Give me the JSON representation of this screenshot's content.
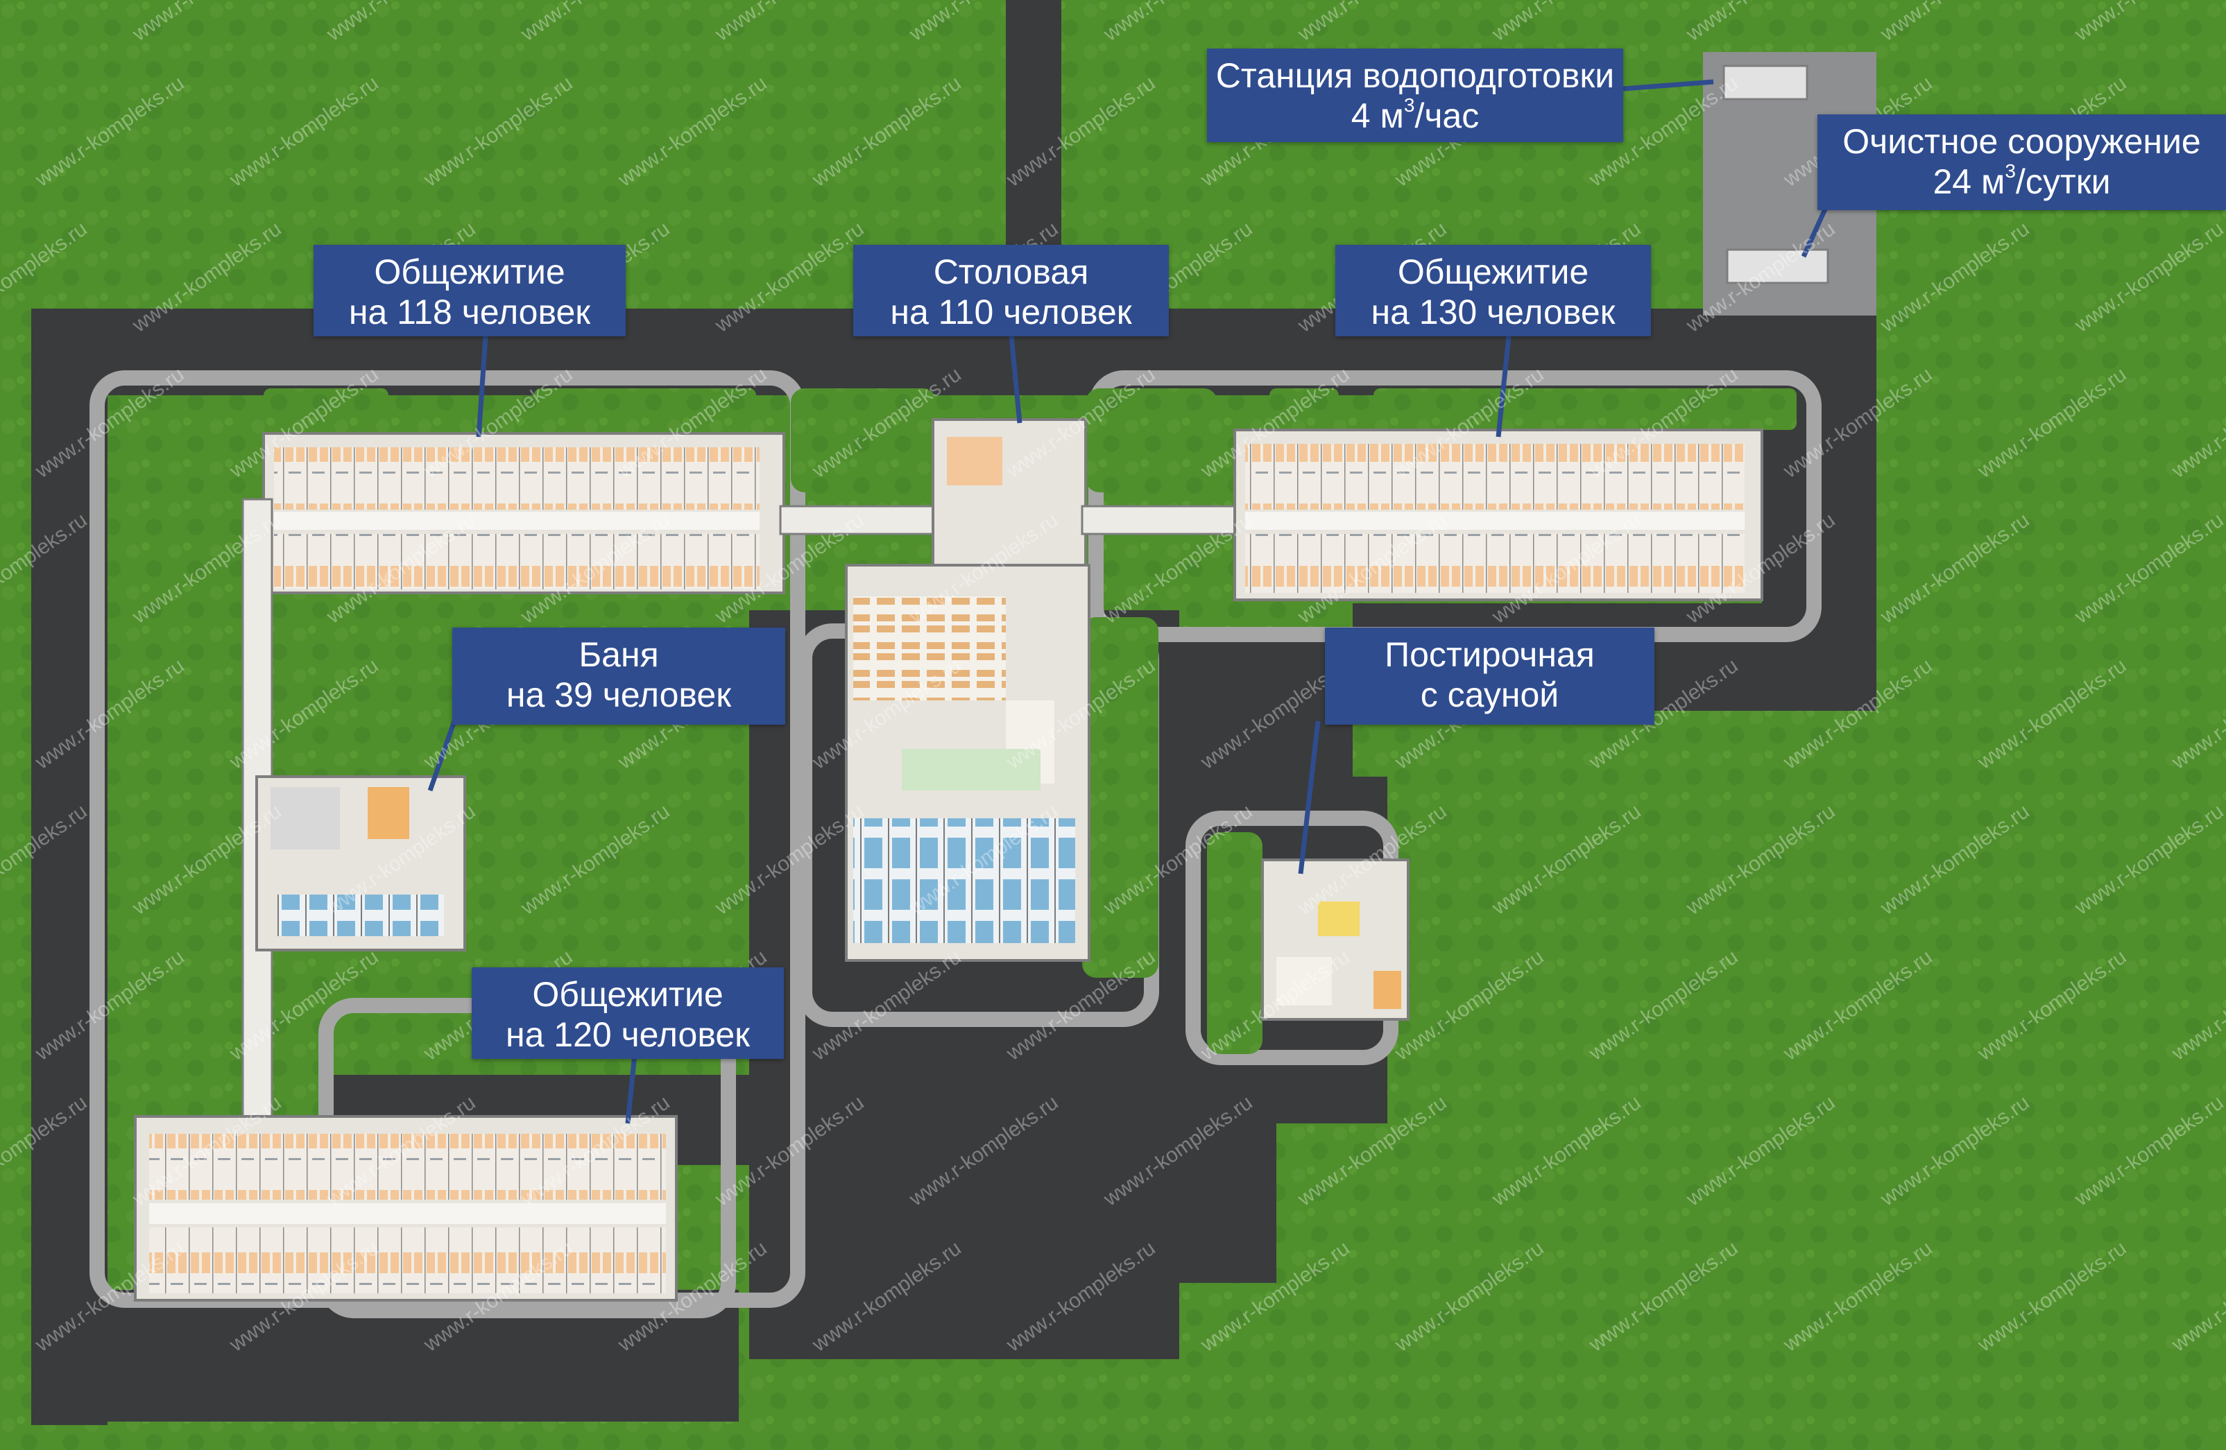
{
  "watermark": "www.r-kompleks.ru",
  "colors": {
    "grass": "#4f8f2c",
    "road": "#3a3b3d",
    "sidewalk": "#a6a6a6",
    "building_floor": "#eceae4",
    "room_fill": "#f3c79a",
    "label_bg": "#2f4c8e",
    "label_text": "#ffffff"
  },
  "labels": {
    "dorm_118": {
      "line1": "Общежитие",
      "line2": "на 118 человек"
    },
    "canteen": {
      "line1": "Столовая",
      "line2": "на 110 человек"
    },
    "dorm_130": {
      "line1": "Общежитие",
      "line2": "на 130 человек"
    },
    "water_station": {
      "line1": "Станция водоподготовки",
      "line2_value": "4 м",
      "line2_sup": "3",
      "line2_unit": "/час"
    },
    "treatment": {
      "line1": "Очистное сооружение",
      "line2_value": "24 м",
      "line2_sup": "3",
      "line2_unit": "/сутки"
    },
    "bath": {
      "line1": "Баня",
      "line2": "на 39 человек"
    },
    "laundry": {
      "line1": "Постирочная",
      "line2": "с сауной"
    },
    "dorm_120": {
      "line1": "Общежитие",
      "line2": "на 120 человек"
    }
  }
}
